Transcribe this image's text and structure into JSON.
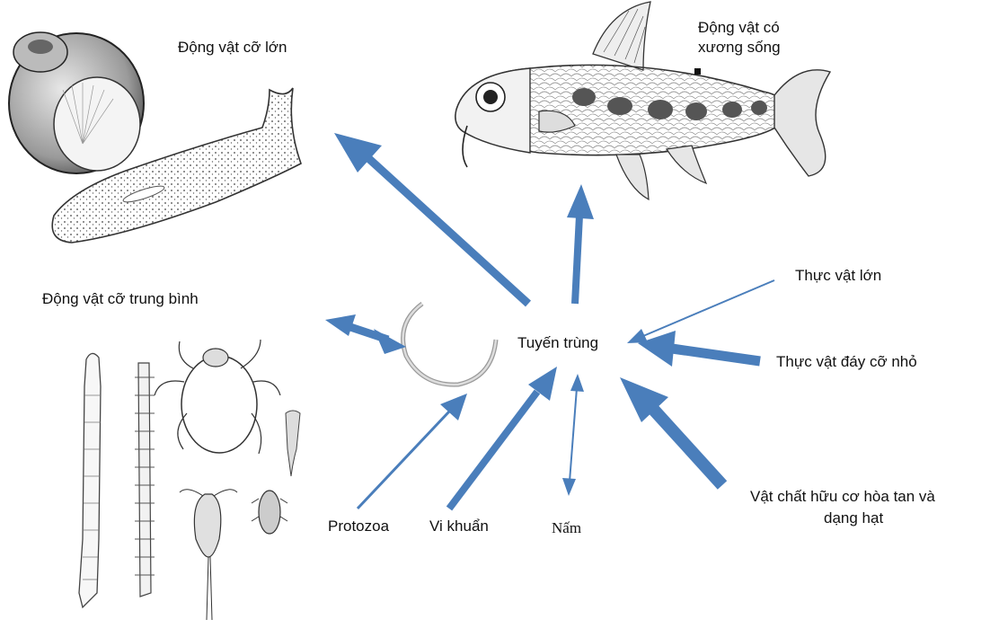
{
  "center": {
    "label": "Tuyến trùng"
  },
  "outer_labels": {
    "large_animals": "Động vật  cỡ lớn",
    "vertebrates_line1": "Động vật có",
    "vertebrates_line2": "xương sống",
    "medium_animals": "Động vật cỡ trung bình",
    "large_plants": "Thực vật lớn",
    "small_benthic_plants": "Thực vật đáy cỡ nhỏ",
    "organic_matter_line1": "Vật chất hữu cơ hòa tan và",
    "organic_matter_line2": "dạng hạt",
    "protozoa": "Protozoa",
    "bacteria": "Vi khuẩn",
    "fungi": "Nấm"
  },
  "colors": {
    "arrow": "#4a7ebb",
    "ink": "#1a1a1a",
    "line": "#555555"
  },
  "icons": [
    "snail-illustration",
    "flatworm-illustration",
    "fish-illustration",
    "nematode-illustration",
    "insect-larva-illustration",
    "millipede-illustration",
    "mite-illustration",
    "copepod-illustration",
    "tardigrade-illustration",
    "small-crustacean-illustration"
  ]
}
